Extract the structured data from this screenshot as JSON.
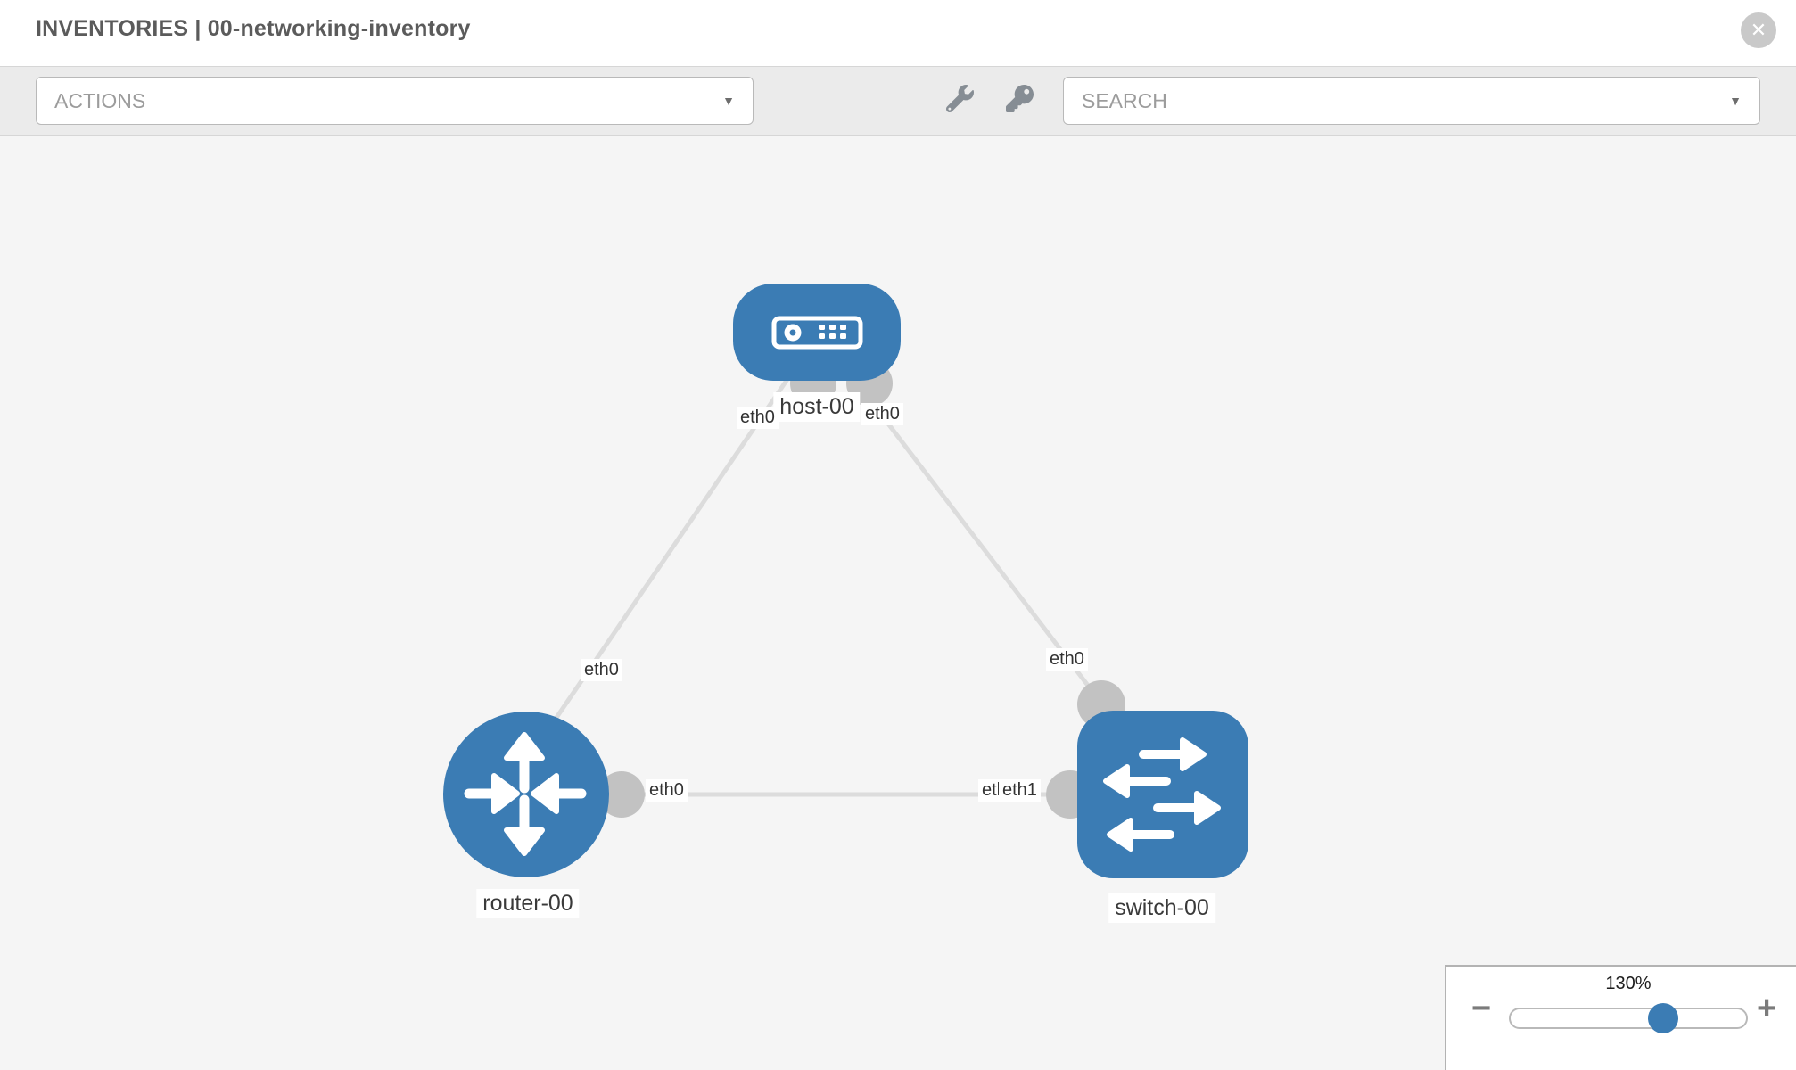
{
  "header": {
    "title": "INVENTORIES | 00-networking-inventory"
  },
  "toolbar": {
    "actions_label": "ACTIONS",
    "search_label": "SEARCH"
  },
  "icons": {
    "close": "✕",
    "caret": "▼",
    "minus": "−",
    "plus": "+",
    "wrench": "wrench-icon",
    "key": "key-icon"
  },
  "graph": {
    "nodes": [
      {
        "id": "host-00",
        "label": "host-00",
        "type": "host"
      },
      {
        "id": "router-00",
        "label": "router-00",
        "type": "router"
      },
      {
        "id": "switch-00",
        "label": "switch-00",
        "type": "switch"
      }
    ],
    "links": [
      {
        "source": "host-00",
        "source_interface": "eth0",
        "target": "router-00",
        "target_interface": "eth0"
      },
      {
        "source": "host-00",
        "source_interface": "eth0",
        "target": "switch-00",
        "target_interface": "eth0"
      },
      {
        "source": "router-00",
        "source_interface": "eth0",
        "target": "switch-00",
        "target_interface": "eth1"
      }
    ],
    "eth_labels": [
      "eth0",
      "eth0",
      "eth0",
      "eth0",
      "eth0",
      "eth0",
      "eth1"
    ]
  },
  "zoom": {
    "percent": "130%",
    "value": 130
  },
  "colors": {
    "node_blue": "#3b7cb4",
    "canvas_bg": "#f5f5f5",
    "toolbar_bg": "#ebebeb",
    "link_gray": "#dcdcdc",
    "stub_gray": "#c2c2c2",
    "title_gray": "#5b5b5b"
  }
}
